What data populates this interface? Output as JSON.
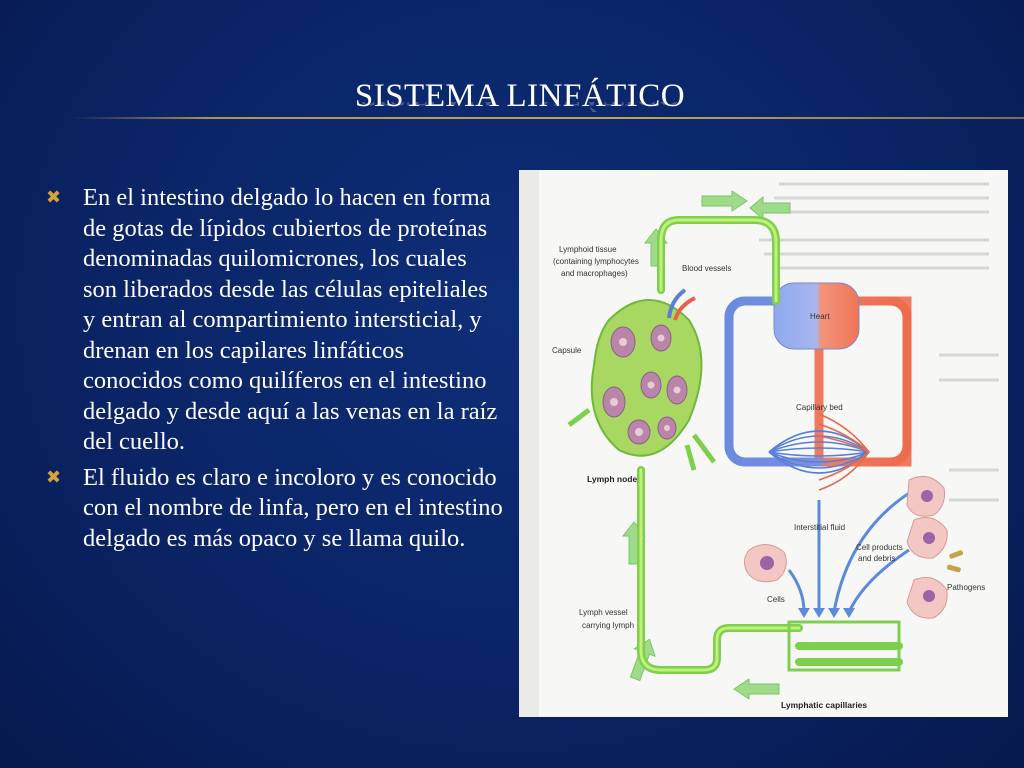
{
  "slide": {
    "title": "SISTEMA LINFÁTICO",
    "bullets": [
      "En el intestino delgado lo hacen en forma de gotas de lípidos cubiertos de proteínas denominadas quilomicrones, los cuales son liberados desde las células epiteliales y entran al compartimiento intersticial, y drenan en los capilares linfáticos conocidos como quilíferos en el intestino delgado y desde aquí a las venas en la raíz del cuello.",
      "El fluido es claro e incoloro y es conocido con el nombre de linfa, pero en el intestino delgado es más opaco y se llama quilo."
    ],
    "bullet_icon": "x-bullet-icon",
    "colors": {
      "background": "#0a2466",
      "title_text": "#ffffff",
      "rule": "#c9a24a",
      "bullet": "#d6a23c"
    }
  },
  "figure": {
    "labels": {
      "lymphoid_tissue_1": "Lymphoid tissue",
      "lymphoid_tissue_2": "(containing lymphocytes",
      "lymphoid_tissue_3": "and macrophages)",
      "blood_vessels": "Blood vessels",
      "heart": "Heart",
      "capsule": "Capsule",
      "capillary_bed": "Capillary bed",
      "lymph_node": "Lymph node",
      "interstitial_fluid": "Interstitial fluid",
      "cell_products_1": "Cell products",
      "cell_products_2": "and debris",
      "cells": "Cells",
      "pathogens": "Pathogens",
      "lymph_vessel_1": "Lymph vessel",
      "lymph_vessel_2": "carrying lymph",
      "lymphatic_capillaries": "Lymphatic capillaries"
    }
  }
}
